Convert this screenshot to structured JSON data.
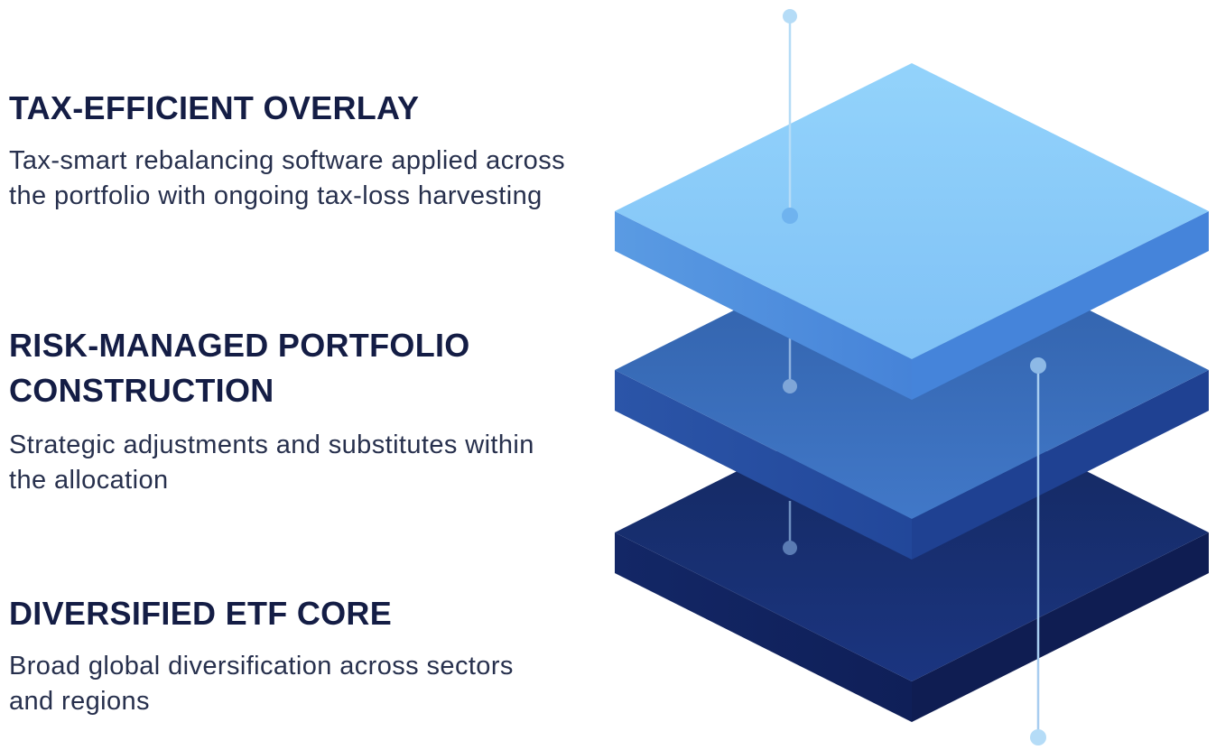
{
  "layers": [
    {
      "title": "TAX-EFFICIENT OVERLAY",
      "description": "Tax-smart rebalancing software applied across the portfolio with ongoing tax-loss harvesting"
    },
    {
      "title": "RISK-MANAGED PORTFOLIO CONSTRUCTION",
      "description": "Strategic adjustments and substitutes within the allocation"
    },
    {
      "title": "DIVERSIFIED ETF CORE",
      "description": "Broad global diversification across sectors and regions"
    }
  ],
  "colors": {
    "text_heading": "#141d45",
    "layer_top": "#86cbfa",
    "layer_middle": "#3c72c4",
    "layer_bottom": "#16296a",
    "connector": "#b5dcf7"
  }
}
